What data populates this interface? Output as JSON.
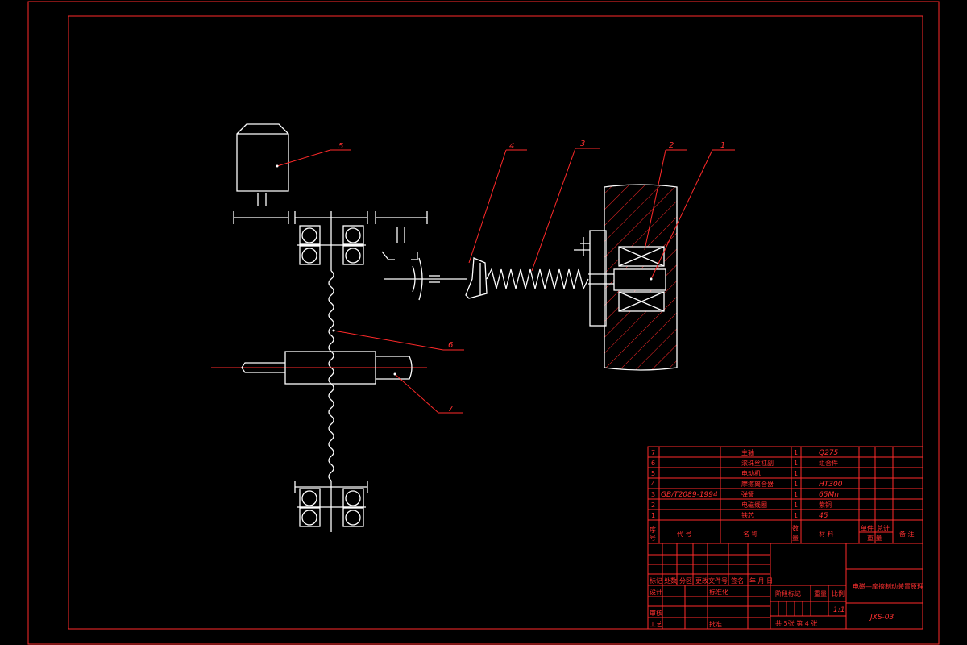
{
  "balloons": [
    {
      "id": "1",
      "label": "1"
    },
    {
      "id": "2",
      "label": "2"
    },
    {
      "id": "3",
      "label": "3"
    },
    {
      "id": "4",
      "label": "4"
    },
    {
      "id": "5",
      "label": "5"
    },
    {
      "id": "6",
      "label": "6"
    },
    {
      "id": "7",
      "label": "7"
    }
  ],
  "parts_list": {
    "rows": [
      {
        "no": "7",
        "code": "",
        "name": "主轴",
        "qty": "1",
        "material": "Q275"
      },
      {
        "no": "6",
        "code": "",
        "name": "滚珠丝杠副",
        "qty": "1",
        "material": "组合件"
      },
      {
        "no": "5",
        "code": "",
        "name": "电动机",
        "qty": "1",
        "material": ""
      },
      {
        "no": "4",
        "code": "",
        "name": "摩擦离合器",
        "qty": "1",
        "material": "HT300"
      },
      {
        "no": "3",
        "code": "GB/T2089-1994",
        "name": "弹簧",
        "qty": "1",
        "material": "65Mn"
      },
      {
        "no": "2",
        "code": "",
        "name": "电磁线圈",
        "qty": "1",
        "material": "紫铜"
      },
      {
        "no": "1",
        "code": "",
        "name": "铁芯",
        "qty": "1",
        "material": "45"
      }
    ],
    "header": {
      "no": "序号",
      "code": "代 号",
      "name": "名 称",
      "qty": "数量",
      "material": "材 料",
      "single": "单件",
      "total": "总计",
      "weight": "重 量",
      "remark": "备 注"
    }
  },
  "title_block": {
    "drawing_title": "电磁—摩擦制动装置原理",
    "drawing_no": "JXS-03",
    "scale_label": "比例",
    "scale": "1:1",
    "weight_label": "重量",
    "stage_label": "阶段标记",
    "sheets": "共 5张 第 4 张",
    "labels": {
      "mark": "标记",
      "count": "处数",
      "zone": "分区",
      "change_doc": "更改文件号",
      "signature": "签名",
      "date": "年 月 日",
      "design": "设计",
      "standardize": "标准化",
      "review": "审核",
      "process": "工艺",
      "approve": "批准"
    }
  }
}
